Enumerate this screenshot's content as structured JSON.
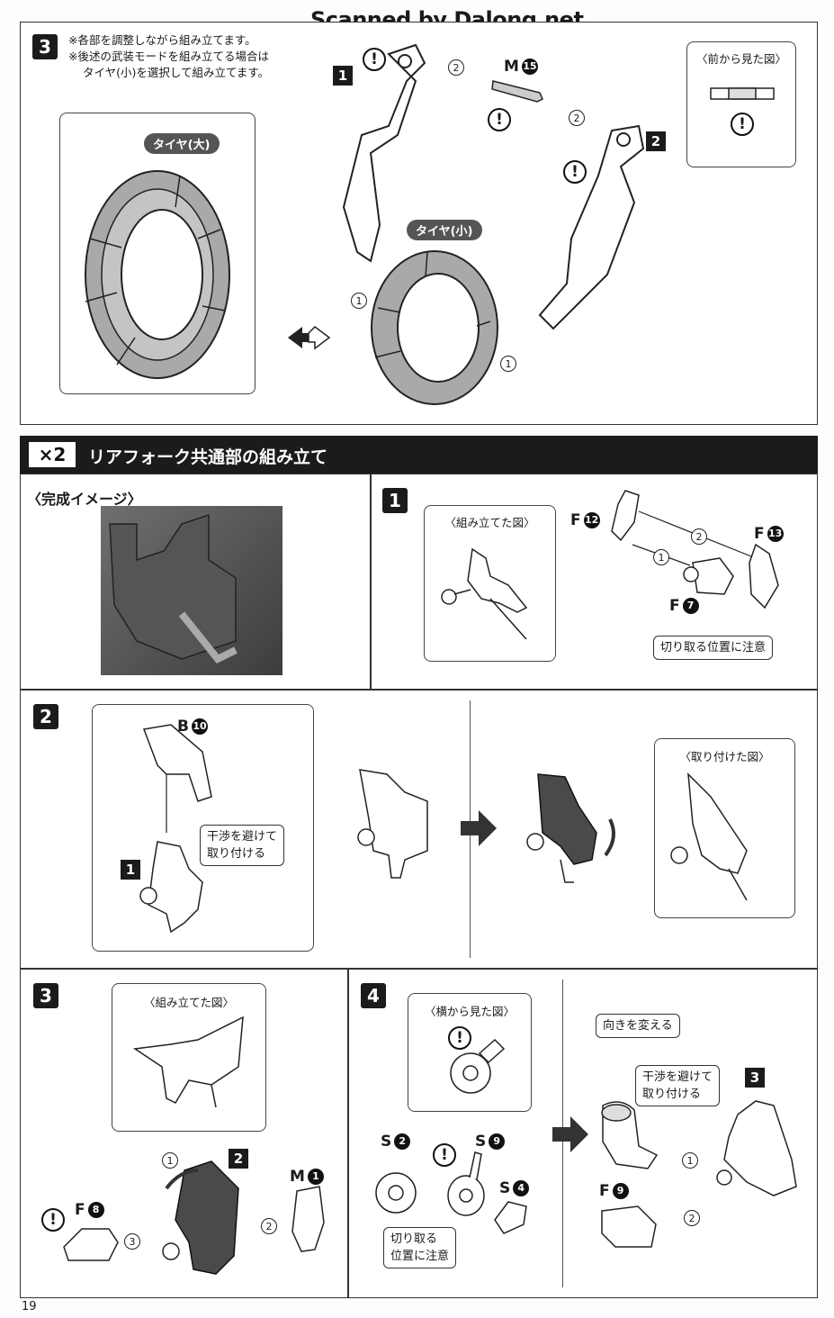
{
  "watermark": "Scanned by Dalong.net",
  "page_number": "19",
  "section_top": {
    "step": "3",
    "notes": [
      "※各部を調整しながら組み立てます。",
      "※後述の武装モードを組み立てる場合は",
      "タイヤ(小)を選択して組み立てます。"
    ],
    "tire_large": "タイヤ(大)",
    "tire_small": "タイヤ(小)",
    "front_view": "〈前から見た図〉",
    "part_m": "M",
    "part_m_num": "15",
    "sub1": "1",
    "sub2": "2",
    "order_1": "1",
    "order_2": "2",
    "warn": "!"
  },
  "section_header": {
    "multiplier": "×2",
    "title": "リアフォーク共通部の組み立て"
  },
  "complete_image": {
    "label": "〈完成イメージ〉"
  },
  "step1": {
    "num": "1",
    "assembled": "〈組み立てた図〉",
    "part_f12": "F",
    "num12": "12",
    "part_f13": "F",
    "num13": "13",
    "part_f7": "F",
    "num7": "7",
    "caution": "切り取る位置に注意",
    "order_1": "1",
    "order_2": "2"
  },
  "step2": {
    "num": "2",
    "part_b": "B",
    "num10": "10",
    "avoid": [
      "干渉を避けて",
      "取り付ける"
    ],
    "sub1": "1",
    "attached": "〈取り付けた図〉"
  },
  "step3": {
    "num": "3",
    "assembled": "〈組み立てた図〉",
    "part_f": "F",
    "num8": "8",
    "part_m": "M",
    "num1": "1",
    "sub2": "2",
    "order_1": "1",
    "order_2": "2",
    "order_3": "3"
  },
  "step4": {
    "num": "4",
    "side_view": "〈横から見た図〉",
    "part_s2": "S",
    "num2": "2",
    "part_s9": "S",
    "num9": "9",
    "part_s4": "S",
    "num4": "4",
    "caution": [
      "切り取る",
      "位置に注意"
    ],
    "turn": "向きを変える",
    "avoid": [
      "干渉を避けて",
      "取り付ける"
    ],
    "part_f9": "F",
    "num9b": "9",
    "sub3": "3",
    "order_1": "1",
    "order_2": "2"
  }
}
